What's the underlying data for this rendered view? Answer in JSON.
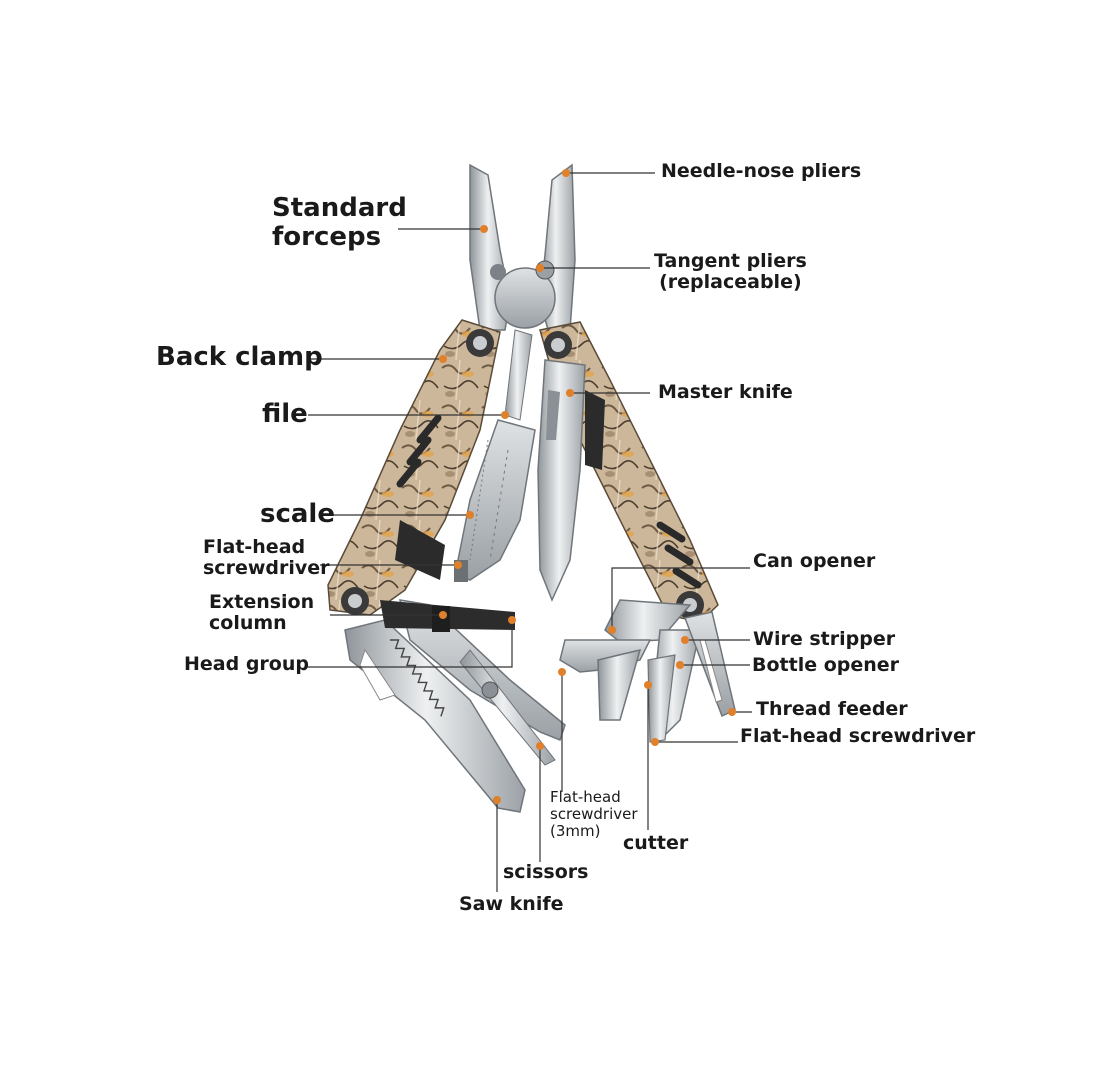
{
  "labels": {
    "needle_nose": "Needle-nose pliers",
    "standard_forceps_1": "Standard",
    "standard_forceps_2": "forceps",
    "tangent_1": "Tangent pliers",
    "tangent_2": "(replaceable)",
    "back_clamp": "Back clamp",
    "master_knife": "Master knife",
    "file": "file",
    "scale": "scale",
    "flat_head_left_1": "Flat-head",
    "flat_head_left_2": "screwdriver",
    "can_opener": "Can opener",
    "extension_1": "Extension",
    "extension_2": "column",
    "wire_stripper": "Wire stripper",
    "head_group": "Head group",
    "bottle_opener": "Bottle opener",
    "thread_feeder": "Thread feeder",
    "flat_head_right": "Flat-head screwdriver",
    "flat_head_3mm_1": "Flat-head",
    "flat_head_3mm_2": "screwdriver",
    "flat_head_3mm_3": "(3mm)",
    "cutter": "cutter",
    "scissors": "scissors",
    "saw_knife": "Saw knife"
  },
  "colors": {
    "accent_dot": "#e0802a",
    "steel": "#c8cccf",
    "camo": "#cdb79a"
  }
}
